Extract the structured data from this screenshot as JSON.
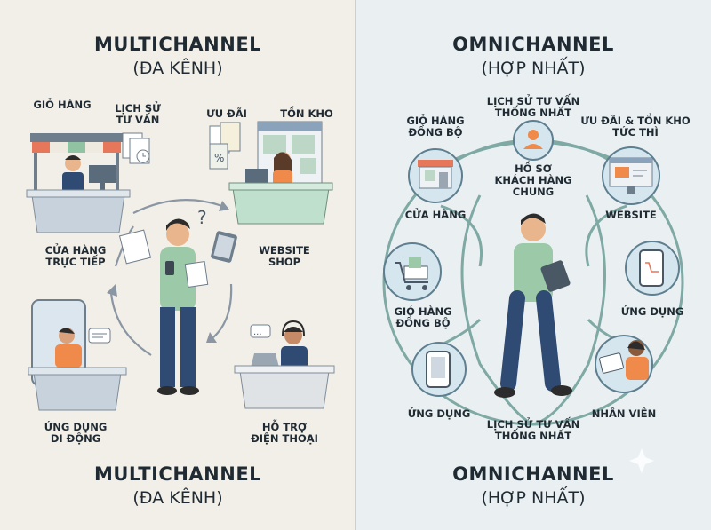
{
  "left": {
    "title_top": "MULTICHANNEL",
    "subtitle_top": "(ĐA KÊNH)",
    "title_bottom": "MULTICHANNEL",
    "subtitle_bottom": "(ĐA KÊNH)",
    "labels": {
      "cart": "GIỎ HÀNG",
      "history_1": "LỊCH SỬ",
      "history_2": "TƯ VẤN",
      "promo": "ƯU ĐÃI",
      "stock": "TỒN KHO",
      "store_1": "CỬA HÀNG",
      "store_2": "TRỰC TIẾP",
      "web_1": "WEBSITE",
      "web_2": "SHOP",
      "app_1": "ỨNG DỤNG",
      "app_2": "DI ĐỘNG",
      "phone_1": "HỖ TRỢ",
      "phone_2": "ĐIỆN THOẠI"
    }
  },
  "right": {
    "title_top": "OMNICHANNEL",
    "subtitle_top": "(HỢP NHẤT)",
    "title_bottom": "OMNICHANNEL",
    "subtitle_bottom": "(HỢP NHẤT)",
    "labels": {
      "history_top_1": "LỊCH SỬ TƯ VẤN",
      "history_top_2": "THỐNG NHẤT",
      "sync_cart_1": "GIỎ HÀNG",
      "sync_cart_2": "ĐỒNG BỘ",
      "promo_stock_1": "ƯU ĐÃI & TỒN KHO",
      "promo_stock_2": "TỨC THÌ",
      "profile_1": "HỒ SƠ",
      "profile_2": "KHÁCH HÀNG",
      "profile_3": "CHUNG",
      "store": "CỬA HÀNG",
      "website": "WEBSITE",
      "cart2_1": "GIỎ HÀNG",
      "cart2_2": "ĐỒNG BỘ",
      "app_right": "ỨNG DỤNG",
      "app_left": "ỨNG DỤNG",
      "staff": "NHÂN VIÊN",
      "history_bottom_1": "LỊCH SỬ TƯ VẤN",
      "history_bottom_2": "THỐNG NHẤT"
    }
  },
  "colors": {
    "left_bg": "#f2efe8",
    "right_bg": "#eaf0f2",
    "shirt_green": "#9cc9a8",
    "pants_navy": "#2f4a73",
    "orange": "#f08a4b",
    "teal_ring": "#7fa9a4",
    "circle_fill": "#d6e6ef",
    "stand_grey": "#c7d2dc"
  }
}
